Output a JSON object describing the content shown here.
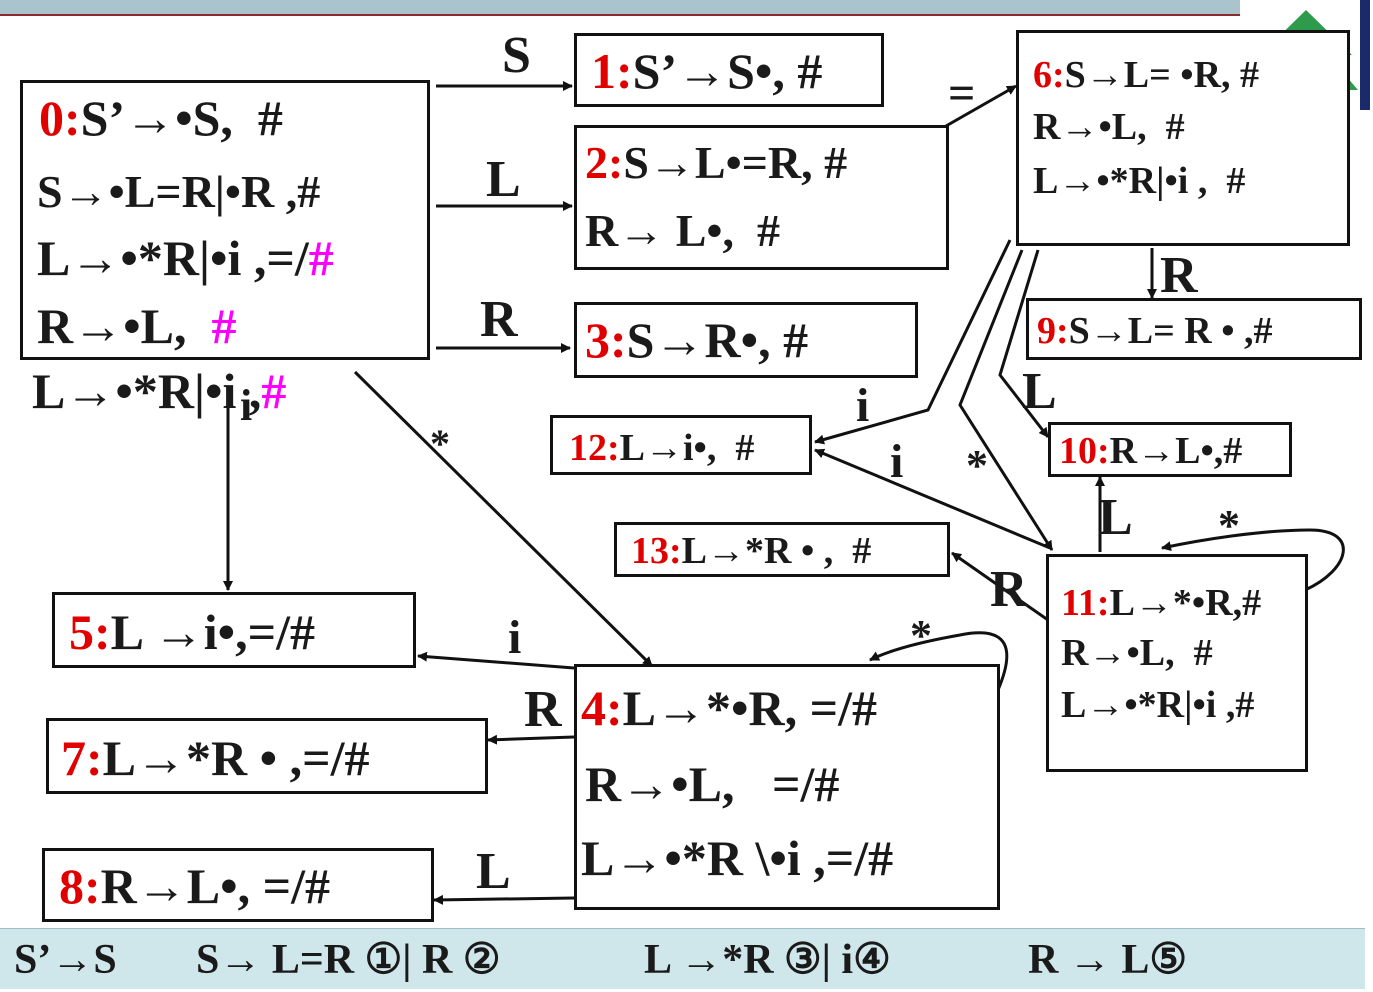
{
  "logo_color": "#2e9a4c",
  "accent": "#e00000",
  "highlight": "#ff00ff",
  "states": {
    "s0": {
      "num": "0:",
      "l1": "S’→•S,  #",
      "l2": "S→•L=R|•R ,#",
      "l3a": "L→•*R|•i ,=/",
      "l3b": "#",
      "l4a": "R→•L,  ",
      "l4b": "#"
    },
    "s0x": {
      "a": "L→•*R|•i ,",
      "b": "#"
    },
    "s1": {
      "num": "1:",
      "l1": "S’→S•, #"
    },
    "s2": {
      "num": "2:",
      "l1": "S→L•=R, #",
      "l2": "R→ L•,  #"
    },
    "s3": {
      "num": "3:",
      "l1": "S→R•, #"
    },
    "s4": {
      "num": "4:",
      "l1": "L→*•R, =/#",
      "l2": "R→•L,   =/#",
      "l3": "L→•*R \\•i ,=/#"
    },
    "s5": {
      "num": "5:",
      "l1": "L →i•,=/#"
    },
    "s6": {
      "num": "6:",
      "l1": "S→L= •R, #",
      "l2": "R→•L,  #",
      "l3": "L→•*R|•i ,  #"
    },
    "s7": {
      "num": "7:",
      "l1": "L→*R • ,=/#"
    },
    "s8": {
      "num": "8:",
      "l1": "R→L•, =/#"
    },
    "s9": {
      "num": "9:",
      "l1": "S→L= R • ,#"
    },
    "s10": {
      "num": "10:",
      "l1": "R→L•,#"
    },
    "s11": {
      "num": "11:",
      "l1": "L→*•R,#",
      "l2": "R→•L,  #",
      "l3": "L→•*R|•i ,#"
    },
    "s12": {
      "num": "12:",
      "l1": "L→i•,  #"
    },
    "s13": {
      "num": "13:",
      "l1": "L→*R • ,  #"
    }
  },
  "edge_labels": {
    "e0_1": "S",
    "e0_2": "L",
    "e0_3": "R",
    "e0_5": "i",
    "e0_4": "*",
    "e2_6": "=",
    "e6_9": "R",
    "e6_12": "i",
    "e6_10": "L",
    "e6_11": "*",
    "e11_12": "i",
    "e11_10": "L",
    "e11_11": "*",
    "e11_13": "R",
    "e4_5": "i",
    "e4_7": "R",
    "e4_8": "L",
    "e4_4": "*"
  },
  "grammar": {
    "p0": "S’→S",
    "p1": "S→ L=R ①| R ②",
    "p2": "L →*R ③| i④",
    "p3": "R → L⑤"
  }
}
